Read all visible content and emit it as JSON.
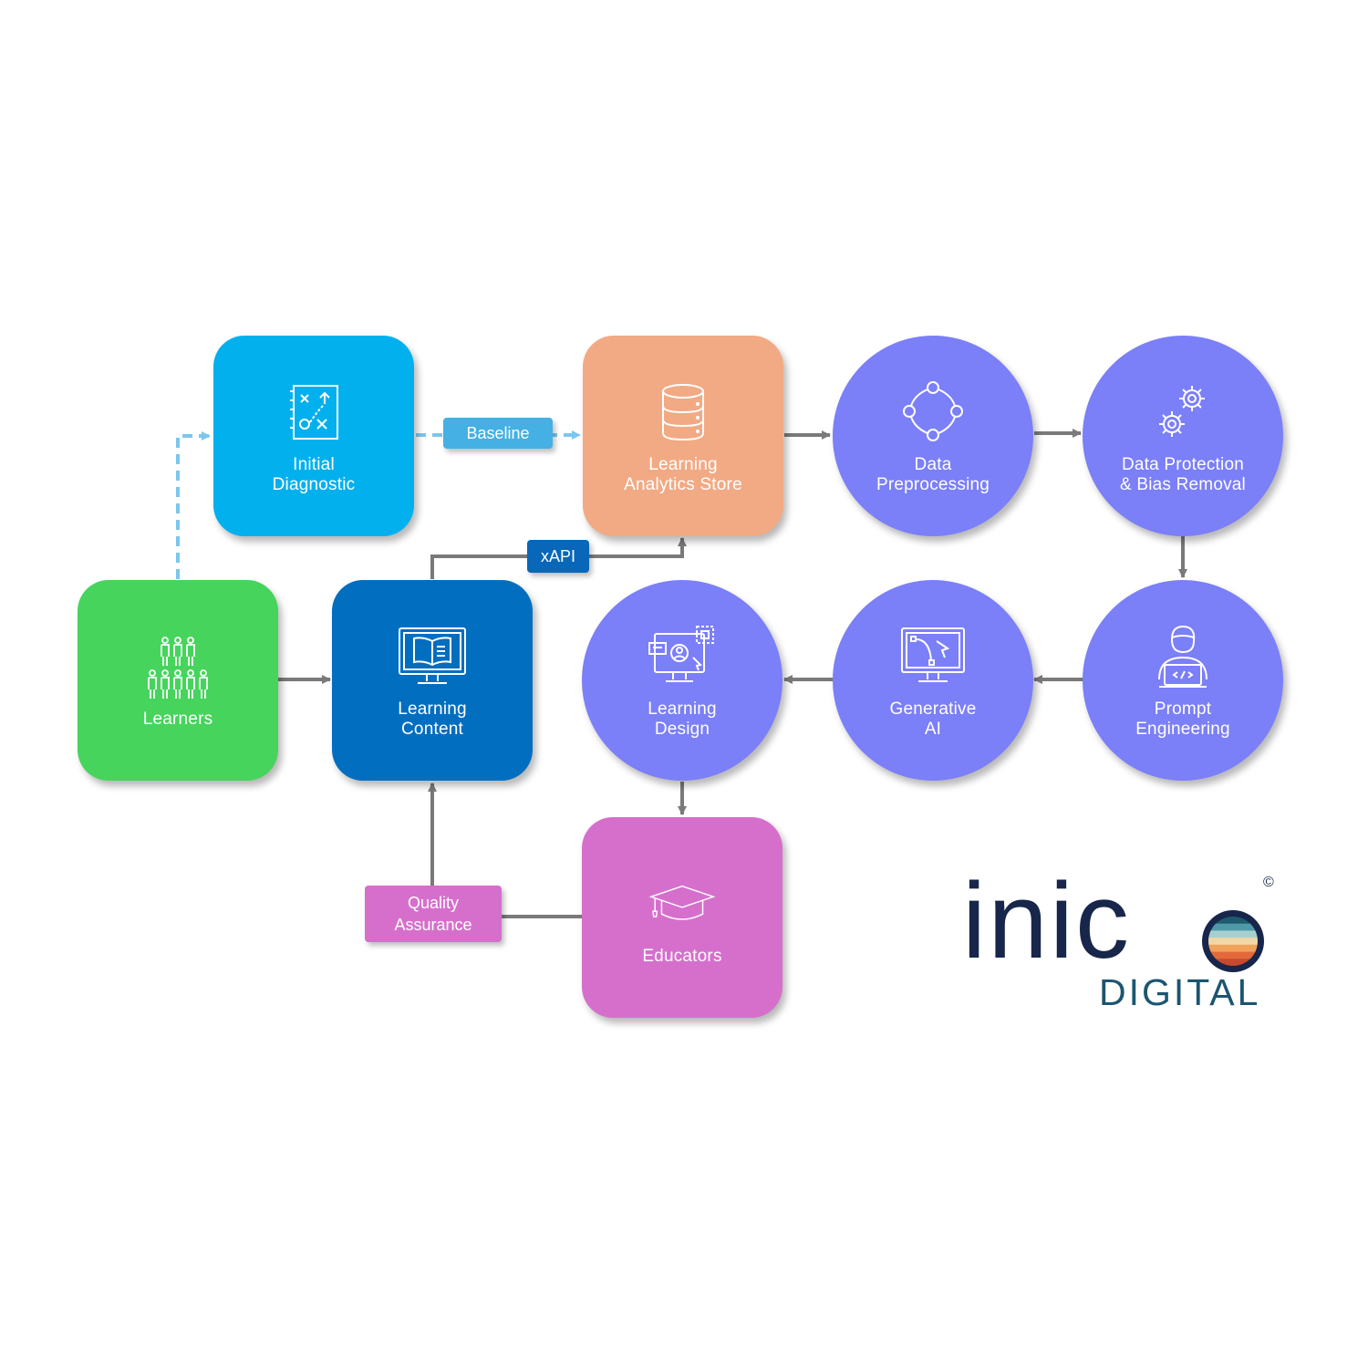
{
  "nodes": {
    "initial_diagnostic": {
      "label": "Initial\nDiagnostic",
      "color": "#03b0ee",
      "icon": "strategy-board-icon"
    },
    "analytics_store": {
      "label": "Learning\nAnalytics Store",
      "color": "#f2aa84",
      "icon": "database-icon"
    },
    "data_preprocessing": {
      "label": "Data\nPreprocessing",
      "color": "#7b7ff8",
      "icon": "nodes-cycle-icon"
    },
    "data_protection": {
      "label": "Data Protection\n& Bias Removal",
      "color": "#7b7ff8",
      "icon": "gears-icon"
    },
    "learners": {
      "label": "Learners",
      "color": "#46d45c",
      "icon": "people-group-icon"
    },
    "learning_content": {
      "label": "Learning\nContent",
      "color": "#026ec0",
      "icon": "monitor-book-icon"
    },
    "learning_design": {
      "label": "Learning\nDesign",
      "color": "#7b7ff8",
      "icon": "design-screen-icon"
    },
    "generative_ai": {
      "label": "Generative\nAI",
      "color": "#7b7ff8",
      "icon": "vector-pen-monitor-icon"
    },
    "prompt_engineering": {
      "label": "Prompt\nEngineering",
      "color": "#7b7ff8",
      "icon": "coder-person-icon"
    },
    "educators": {
      "label": "Educators",
      "color": "#d66fcc",
      "icon": "graduation-cap-icon"
    }
  },
  "tags": {
    "baseline": {
      "label": "Baseline",
      "color": "#44b0e3"
    },
    "xapi": {
      "label": "xAPI",
      "color": "#0867b8"
    },
    "quality_assurance": {
      "label": "Quality\nAssurance",
      "color": "#d66fcc"
    }
  },
  "connector_colors": {
    "solid": "#7a7a7a",
    "dashed": "#7cc6ee"
  },
  "logo": {
    "word_start": "inic",
    "subtitle": "DIGITAL",
    "copyright": "©",
    "stripe_colors": [
      "#1f5a6e",
      "#4f98a8",
      "#a8cfcf",
      "#f2d6a6",
      "#f1a35c",
      "#e4693a",
      "#c84a2e"
    ]
  }
}
